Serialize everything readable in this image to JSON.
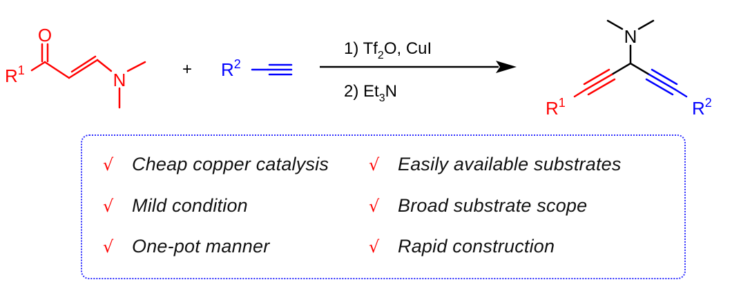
{
  "colors": {
    "reactant_red": "#ff0000",
    "reactant_blue": "#0000ff",
    "product_black": "#000000",
    "box_border": "#2a2aff"
  },
  "scheme": {
    "reactant1": {
      "oxygen": "O",
      "r_group": "R",
      "r_sup": "1",
      "nitrogen": "N"
    },
    "plus": "+",
    "reactant2": {
      "r_group": "R",
      "r_sup": "2"
    },
    "conditions": {
      "step1_prefix": "1) Tf",
      "step1_sub": "2",
      "step1_suffix": "O, CuI",
      "step2_prefix": "2) Et",
      "step2_sub": "3",
      "step2_suffix": "N"
    },
    "product": {
      "nitrogen": "N",
      "r1_group": "R",
      "r1_sup": "1",
      "r2_group": "R",
      "r2_sup": "2"
    }
  },
  "features": [
    {
      "check": "√",
      "text": "Cheap copper catalysis"
    },
    {
      "check": "√",
      "text": "Easily available substrates"
    },
    {
      "check": "√",
      "text": "Mild condition"
    },
    {
      "check": "√",
      "text": "Broad substrate scope"
    },
    {
      "check": "√",
      "text": "One-pot manner"
    },
    {
      "check": "√",
      "text": "Rapid construction"
    }
  ]
}
